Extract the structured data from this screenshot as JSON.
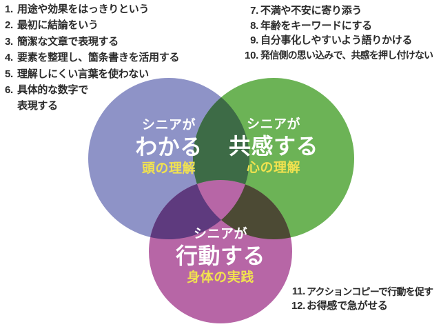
{
  "colors": {
    "blue": "#8e93c7",
    "green": "#6cb356",
    "magenta": "#b766a6",
    "overlap_blue_green": "#3d6b46",
    "overlap_blue_magenta": "#5e3a7e",
    "overlap_green_magenta": "#4c4a34",
    "subtitle_yellow": "#f1e24f",
    "list_text": "#2b2b2b",
    "background": "#ffffff"
  },
  "left_list": {
    "items": [
      {
        "num": "1.",
        "text": "用途や効果をはっきりという"
      },
      {
        "num": "2.",
        "text": "最初に結論をいう"
      },
      {
        "num": "3.",
        "text": "簡潔な文章で表現する"
      },
      {
        "num": "4.",
        "text": "要素を整理し、箇条書きを活用する"
      },
      {
        "num": "5.",
        "text": "理解しにくい言葉を使わない"
      },
      {
        "num": "6.",
        "text": "具体的な数字で"
      }
    ],
    "item6_line2": "表現する"
  },
  "right_list": {
    "items": [
      {
        "num": "7.",
        "text": "不満や不安に寄り添う"
      },
      {
        "num": "8.",
        "text": "年齢をキーワードにする"
      },
      {
        "num": "9.",
        "text": "自分事化しやすいよう語りかける"
      },
      {
        "num": "10.",
        "text": "発信側の思い込みで、共感を押し付けない"
      }
    ]
  },
  "bottom_list": {
    "items": [
      {
        "num": "11.",
        "text": "アクションコピーで行動を促す"
      },
      {
        "num": "12.",
        "text": "お得感で急がせる"
      }
    ]
  },
  "venn": {
    "circles": [
      {
        "id": "wakaru",
        "line1": "シニアが",
        "line2": "わかる",
        "line3": "頭の理解"
      },
      {
        "id": "kyokan",
        "line1": "シニアが",
        "line2": "共感する",
        "line3": "心の理解"
      },
      {
        "id": "kodo",
        "line1": "シニアが",
        "line2": "行動する",
        "line3": "身体の実践"
      }
    ]
  }
}
